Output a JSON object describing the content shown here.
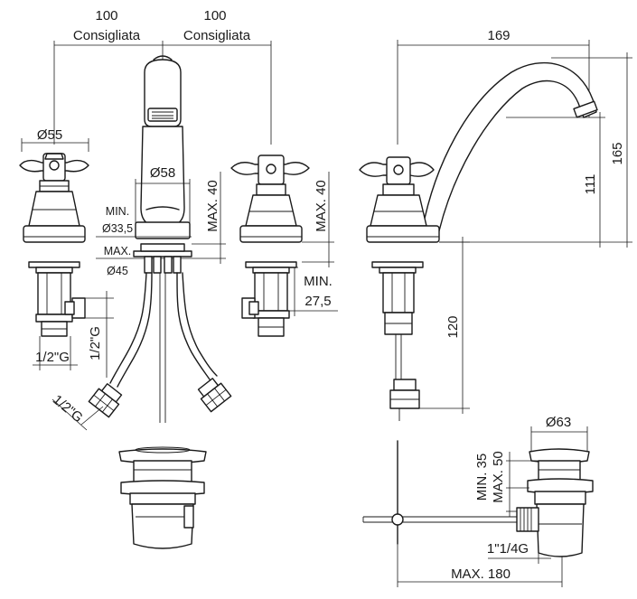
{
  "dimensions": {
    "spacing_left_value": "100",
    "spacing_left_note": "Consigliata",
    "spacing_right_value": "100",
    "spacing_right_note": "Consigliata",
    "handle_diameter": "Ø55",
    "spout_diameter": "Ø58",
    "left_thread_horizontal": "1/2\"G",
    "left_thread_vertical": "1/2\"G",
    "hose_thread": "1/2\"G",
    "hole_min_label": "MIN.",
    "hole_min_value": "Ø33,5",
    "hole_max_label": "MAX.",
    "hole_max_value": "Ø45",
    "deck_max_spout": "MAX. 40",
    "deck_max_valve": "MAX. 40",
    "deck_min_label": "MIN.",
    "deck_min_value": "27,5",
    "spout_reach": "169",
    "spout_height_total": "165",
    "spout_height_outlet": "111",
    "hose_length": "120",
    "waste_diameter": "Ø63",
    "waste_min": "MIN. 35",
    "waste_max": "MAX. 50",
    "waste_thread": "1\"1/4G",
    "rod_max": "MAX. 180"
  }
}
